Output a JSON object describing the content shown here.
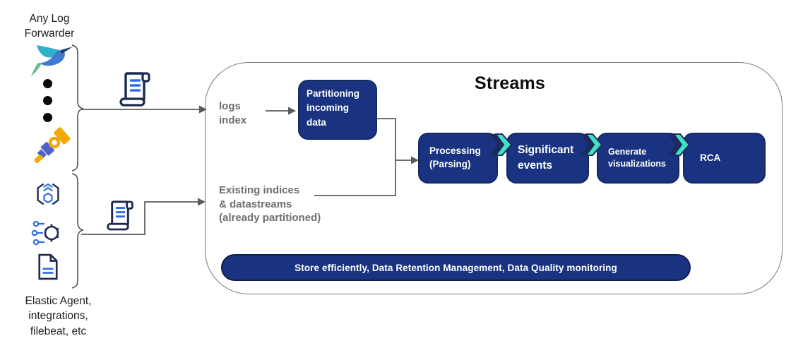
{
  "diagram": {
    "title": "Streams",
    "sources_top": {
      "label": "Any Log Forwarder",
      "icons": [
        "fluentbit-hummingbird-icon",
        "more-items-ellipsis",
        "opentelemetry-telescope-icon",
        "log-scroll-icon"
      ]
    },
    "sources_bottom": {
      "label": "Elastic Agent,\nintegrations,\nfilebeat, etc",
      "icons": [
        "elastic-agent-icon",
        "integrations-gear-icon",
        "filebeat-document-icon",
        "log-scroll-icon"
      ]
    },
    "inputs": {
      "logs_index": "logs\nindex",
      "existing_indices": "Existing indices\n& datastreams\n(already partitioned)"
    },
    "nodes": {
      "partitioning": "Partitioning\nincoming\ndata",
      "pipeline": [
        {
          "label": "Processing\n(Parsing)"
        },
        {
          "label": "Significant\nevents"
        },
        {
          "label": "Generate\nvisualizations"
        },
        {
          "label": "RCA"
        }
      ]
    },
    "footer": "Store efficiently, Data Retention Management, Data Quality monitoring",
    "colors": {
      "node_fill": "#1a3380",
      "node_border": "#142a63",
      "chevron_teal": "#40e2c4",
      "label_gray": "#6d6e71",
      "connector_gray": "#58595b",
      "pill_border": "#0d1f4d"
    }
  }
}
